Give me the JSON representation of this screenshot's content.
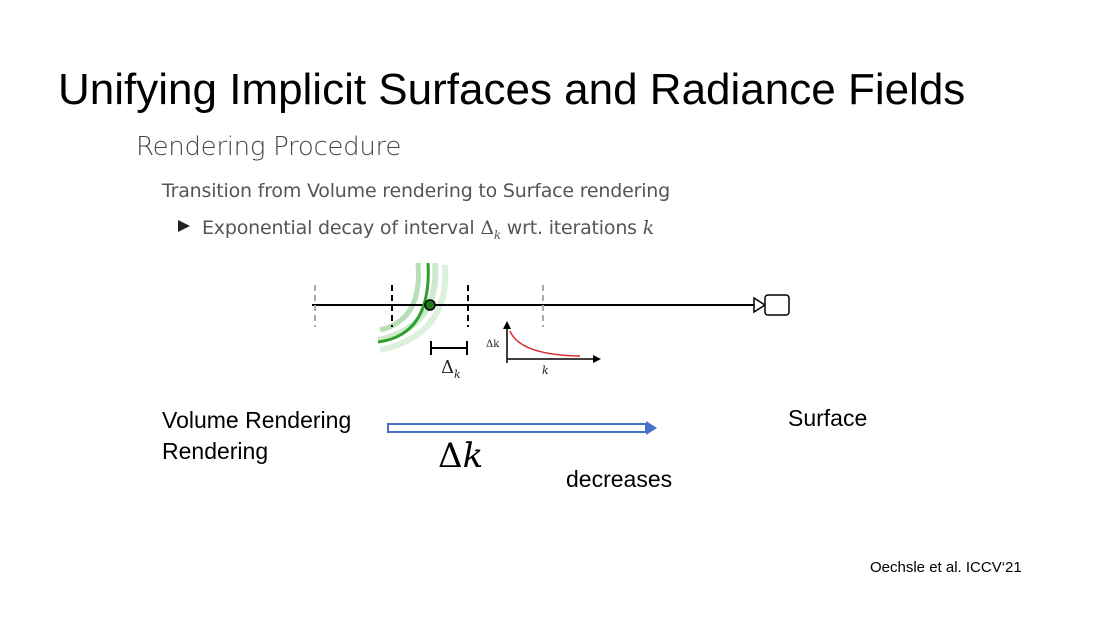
{
  "slide": {
    "title": "Unifying Implicit Surfaces and Radiance Fields",
    "subtitle": "Rendering Procedure",
    "line1": "Transition from Volume rendering to Surface rendering",
    "bullet": {
      "prefix": "Exponential decay of interval ",
      "symbol": "Δ",
      "subscript": "k",
      "middle": " wrt. iterations ",
      "var": "k"
    },
    "diagram": {
      "interval_label_symbol": "Δ",
      "interval_label_sub": "k",
      "inset_ylabel": "Δk",
      "inset_xlabel": "k",
      "colors": {
        "surface_curve": "#2ca02c",
        "point_fill": "#1f7a1f",
        "decay_curve": "#d62728",
        "ray": "#000000",
        "tick_gray": "#aaaaaa"
      }
    },
    "volume_label": "Volume Rendering",
    "volume_label_2": "Rendering",
    "surface_label": "Surface",
    "delta_symbol": "Δ",
    "delta_var": "k",
    "decreases_label": "decreases",
    "arrow_color": "#4472c4",
    "citation": "Oechsle et al. ICCV‘21"
  }
}
